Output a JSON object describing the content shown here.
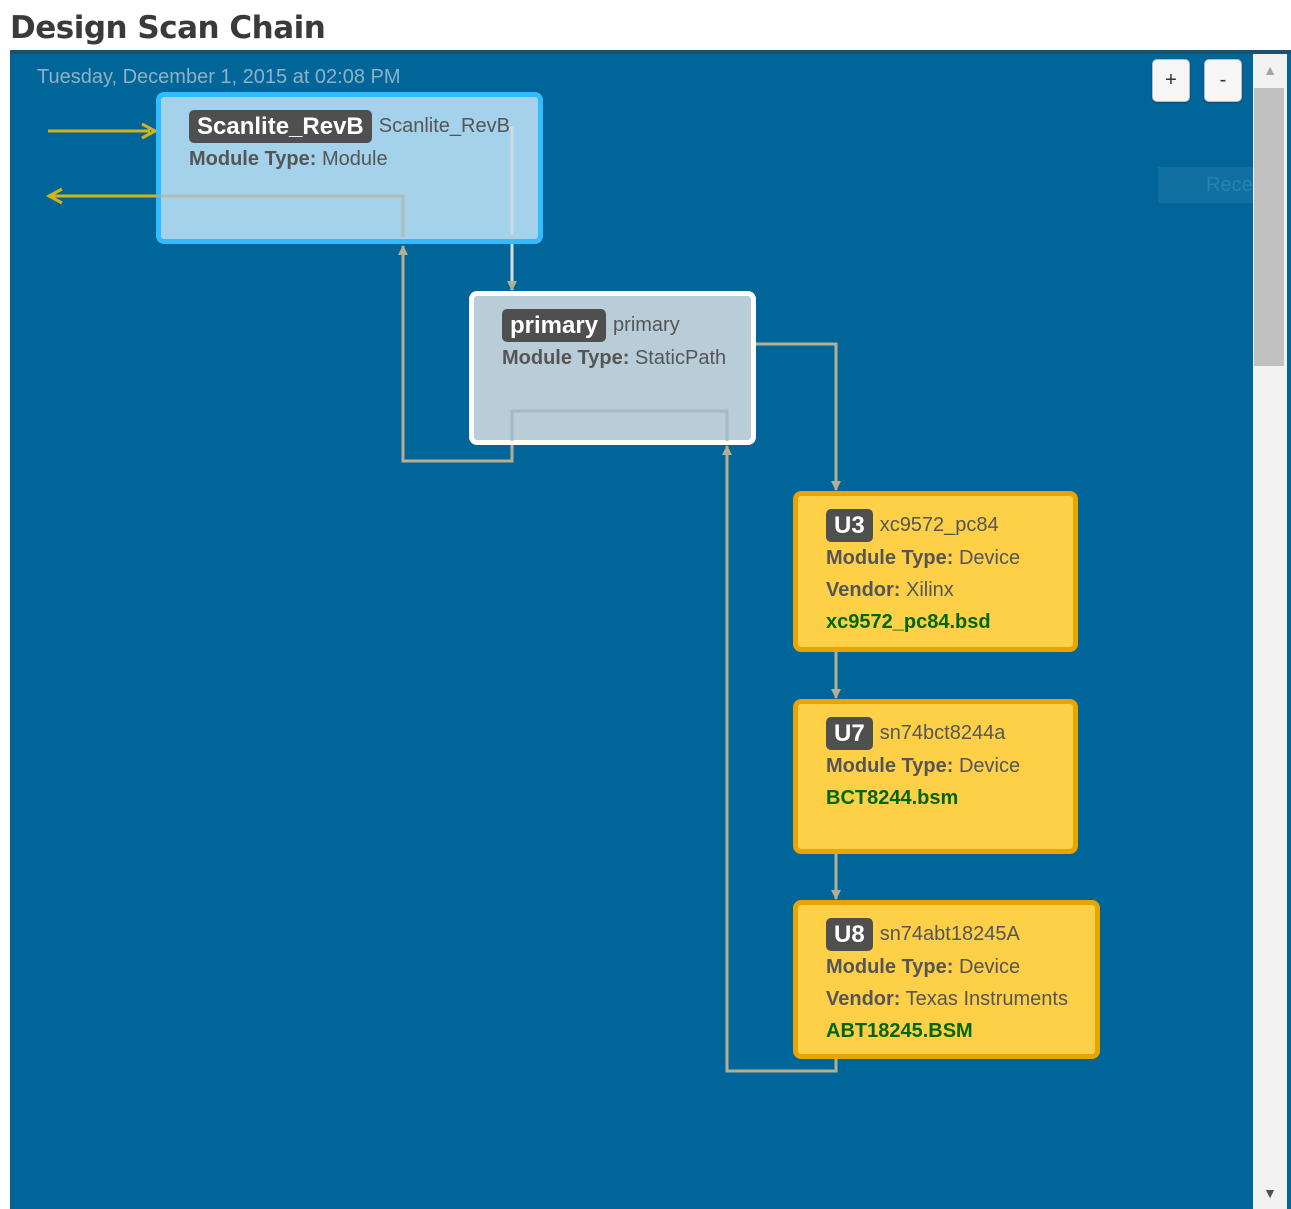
{
  "title": "Design Scan Chain",
  "timestamp": "Tuesday, December 1, 2015 at 02:08 PM",
  "controls": {
    "zoom_in": "+",
    "zoom_out": "-",
    "recenter": "Recenter"
  },
  "labels": {
    "module_type": "Module Type:",
    "vendor": "Vendor:"
  },
  "nodes": {
    "root": {
      "badge": "Scanlite_RevB",
      "name": "Scanlite_RevB",
      "module_type": "Module"
    },
    "primary": {
      "badge": "primary",
      "name": "primary",
      "module_type": "StaticPath"
    },
    "u3": {
      "badge": "U3",
      "name": "xc9572_pc84",
      "module_type": "Device",
      "vendor": "Xilinx",
      "file": "xc9572_pc84.bsd"
    },
    "u7": {
      "badge": "U7",
      "name": "sn74bct8244a",
      "module_type": "Device",
      "file": "BCT8244.bsm"
    },
    "u8": {
      "badge": "U8",
      "name": "sn74abt18245A",
      "module_type": "Device",
      "vendor": "Texas Instruments",
      "file": "ABT18245.BSM"
    }
  },
  "icons": {
    "scroll_up": "up-arrow-icon",
    "scroll_down": "down-arrow-icon"
  },
  "colors": {
    "canvas": "#006699",
    "root_border": "#33bbff",
    "device_fill": "#fdd048",
    "device_border": "#e8a400",
    "link": "#b5ad94",
    "io_arrow": "#d4b219",
    "file_text": "#006600"
  }
}
